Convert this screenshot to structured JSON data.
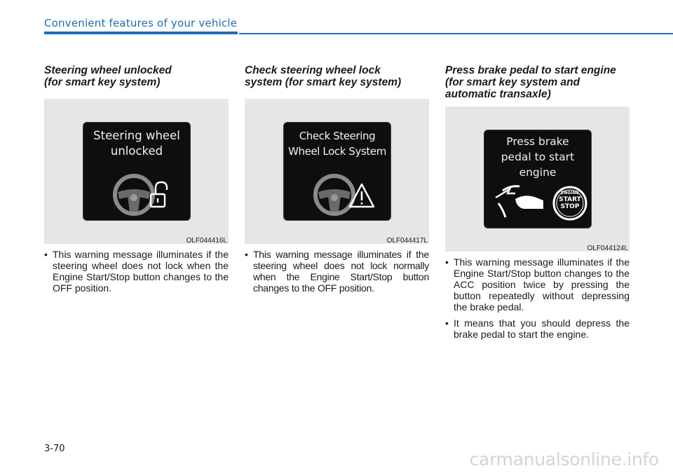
{
  "header": {
    "title": "Convenient features of your vehicle"
  },
  "sections": [
    {
      "title": "Steering wheel unlocked\n(for smart key system)",
      "display_text": "Steering wheel\nunlocked",
      "figure_code": "OLF044416L",
      "bullets": [
        "This warning message illuminates if the steering wheel does not lock when the Engine Start/Stop button changes to the OFF position."
      ]
    },
    {
      "title": "Check steering wheel lock\nsystem (for smart key system)",
      "display_text": "Check Steering\nWheel Lock System",
      "figure_code": "OLF044417L",
      "bullets": [
        "This warning message illuminates if the steering wheel does not lock normally when the Engine Start/Stop button changes to the OFF position."
      ]
    },
    {
      "title": "Press brake pedal to start engine\n(for smart key system and automatic transaxle)",
      "display_text": "Press brake\npedal to start\nengine",
      "button_text": [
        "ENGINE",
        "START",
        "STOP"
      ],
      "figure_code": "OLF044124L",
      "bullets": [
        "This warning message illuminates if the Engine Start/Stop button changes to the ACC position twice by pressing the button repeatedly without depressing the brake pedal.",
        "It means that you should depress the brake pedal to start the engine."
      ]
    }
  ],
  "page_number": "3-70",
  "watermark": "carmanualsonline.info",
  "colors": {
    "accent": "#1f6db3",
    "figure_bg": "#e6e6e6",
    "screen_bg": "#0e0e0e"
  }
}
